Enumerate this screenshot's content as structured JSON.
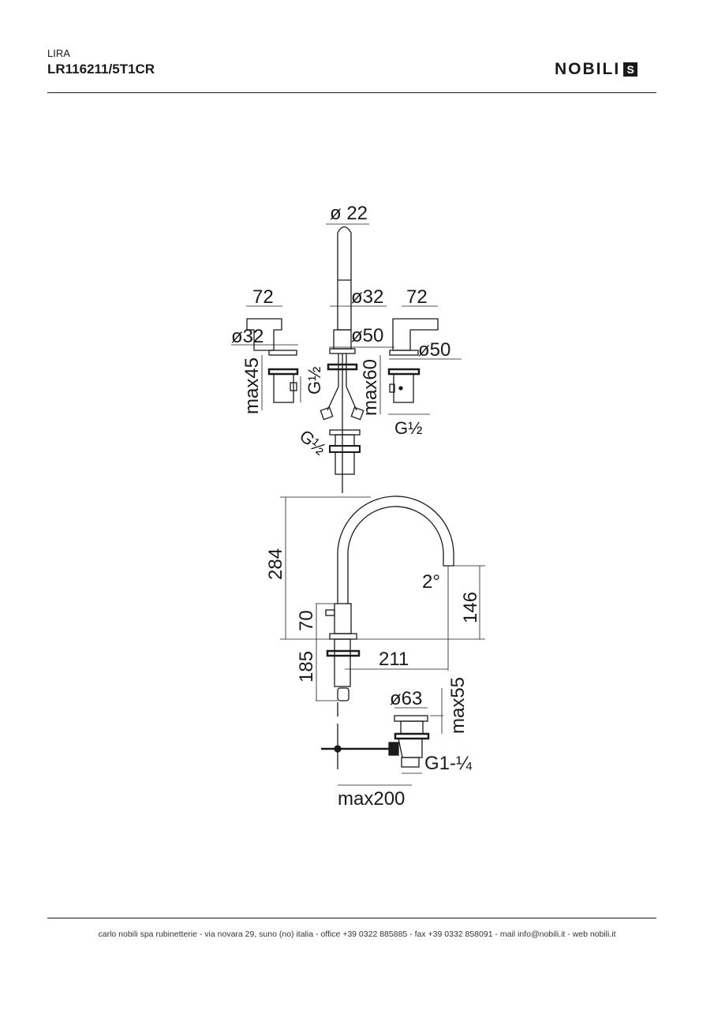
{
  "header": {
    "series": "LIRA",
    "code": "LR116211/5T1CR",
    "logo_text": "NOBILI",
    "logo_mark": "S"
  },
  "footer": {
    "text": "carlo nobili spa rubinetterie - via novara 29, suno (no) italia - office +39 0322 885885 - fax +39 0332 858091 - mail info@nobili.it - web nobili.it"
  },
  "top_view": {
    "spout_diameter": "ø 22",
    "left_handle_length": "72",
    "right_handle_length": "72",
    "left_body_diameter": "ø32",
    "spout_body_diameter": "ø32",
    "spout_base_diameter": "ø50",
    "right_base_diameter": "ø50",
    "left_max_thickness": "max45",
    "center_max_thickness": "max60",
    "left_thread": "G½",
    "hose_thread": "G½",
    "right_thread": "G½"
  },
  "side_view": {
    "total_height": "284",
    "outlet_height": "146",
    "outlet_angle": "2°",
    "body_height": "70",
    "below_deck": "185",
    "reach": "211",
    "waste_diameter": "ø63",
    "waste_max": "max55",
    "waste_thread": "G1-¼",
    "rod_max": "max200"
  }
}
